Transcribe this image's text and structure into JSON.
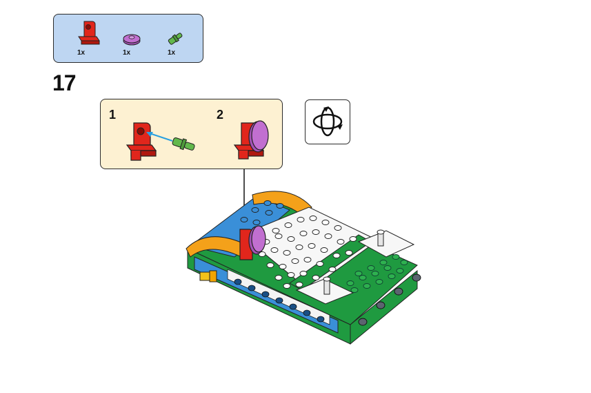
{
  "step": {
    "number": "17"
  },
  "parts": [
    {
      "name": "red-bracket-part",
      "qty": "1x",
      "color": "#e1261c"
    },
    {
      "name": "purple-round-plate-part",
      "qty": "1x",
      "color": "#c16fd0"
    },
    {
      "name": "green-pin-part",
      "qty": "1x",
      "color": "#62b84c"
    }
  ],
  "substeps": [
    {
      "label": "1"
    },
    {
      "label": "2"
    }
  ],
  "icons": {
    "rotate": "rotate-model-icon",
    "arrow": "down-arrow-icon"
  },
  "colors": {
    "parts_bg": "#bed6f2",
    "substep_bg": "#fdf1d2",
    "red": "#e1261c",
    "purple": "#c16fd0",
    "green": "#1e8a3a",
    "blue": "#3a8fd8",
    "orange": "#f4a11a",
    "white_stud": "#f4f4f4"
  }
}
